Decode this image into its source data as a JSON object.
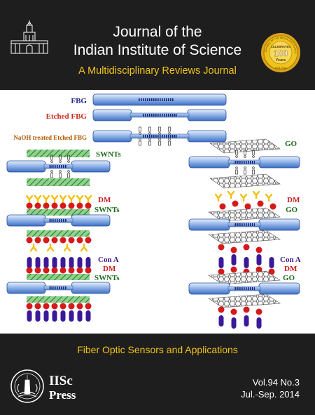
{
  "header": {
    "title_line1": "Journal of the",
    "title_line2": "Indian Institute of Science",
    "subtitle": "A Multidisciplinary Reviews Journal"
  },
  "seal": {
    "ring_text": "JOURNAL OF THE INDIAN INSTITUTE OF SCIENCE",
    "celebrates": "CELEBRATES",
    "number": "100",
    "years": "Years",
    "period": "1914-2014"
  },
  "figure": {
    "fbg": "FBG",
    "etched_fbg": "Etched FBG",
    "naoh": "NaOH treated Etched FBG",
    "swnts": "SWNTs",
    "go": "GO",
    "dm": "DM",
    "con_a": "Con A"
  },
  "footer": {
    "topic": "Fiber Optic Sensors and Applications",
    "press_line1": "IISc",
    "press_line2": "Press",
    "volume": "Vol.94 No.3",
    "date": "Jul.-Sep. 2014"
  },
  "colors": {
    "gold": "#f0c31a",
    "fbg": "#2b2b8a",
    "etched": "#cc2a1a",
    "naoh": "#b05a00",
    "swnt": "#1a6a1a",
    "dm": "#cc1a1a",
    "con_a": "#3a1a8a"
  }
}
